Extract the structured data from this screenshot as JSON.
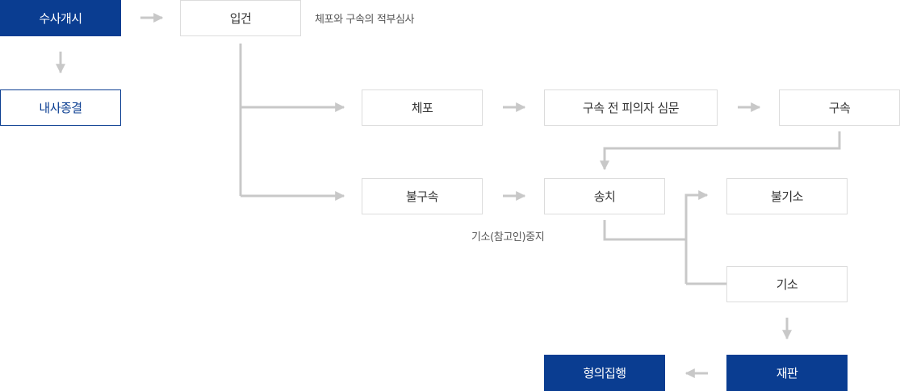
{
  "boxes": {
    "investigation_start": "수사개시",
    "internal_closing": "내사종결",
    "case_filing": "입건",
    "arrest": "체포",
    "pre_detention_hearing": "구속 전 피의자 심문",
    "detention": "구속",
    "non_detention": "불구속",
    "referral": "송치",
    "non_indictment": "불기소",
    "indictment": "기소",
    "trial": "재판",
    "sentence_execution": "형의집행"
  },
  "notes": {
    "arrest_review": "체포와 구속의 적부심사",
    "suspension": "기소(참고인)중지"
  },
  "colors": {
    "primary": "#0a3d91",
    "connector": "#c8c8c8",
    "border": "#dcdcdc"
  }
}
